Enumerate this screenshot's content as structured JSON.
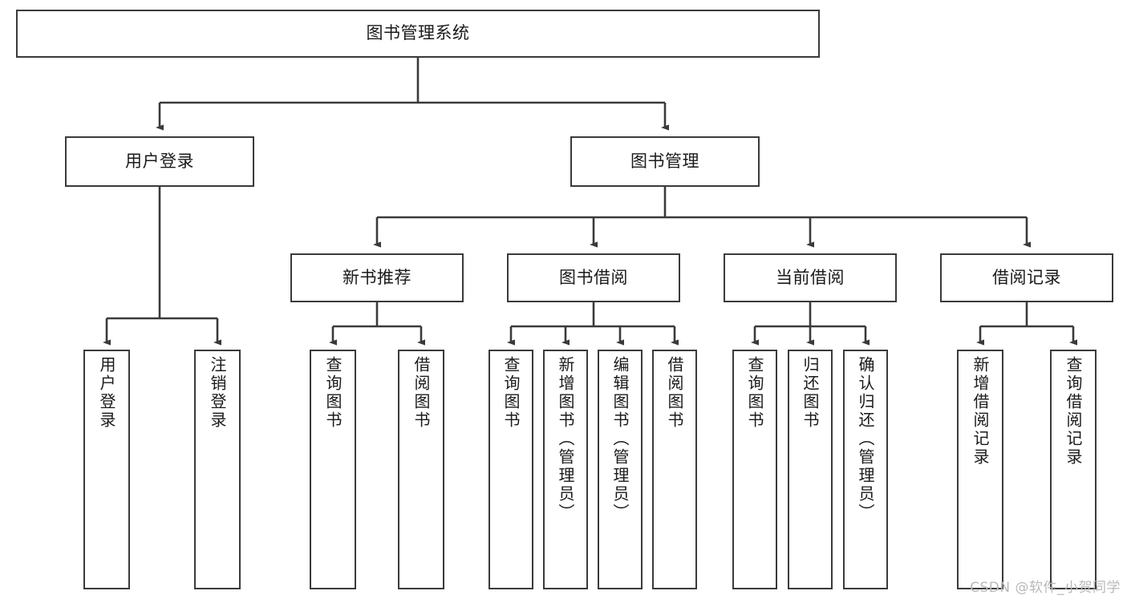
{
  "diagram": {
    "title": "图书管理系统",
    "type": "功能结构图",
    "watermark": "CSDN @软件_小贺同学",
    "colors": {
      "box_border": "#3a3a3a",
      "box_fill": "#ffffff",
      "edge": "#3a3a3a",
      "text": "#1a1a1a",
      "watermark": "#b9b9b9",
      "background": "#ffffff"
    }
  },
  "nodes": {
    "root": {
      "id": "root",
      "label": "图书管理系统",
      "level": 0
    },
    "l1": [
      {
        "id": "user-login",
        "label": "用户登录",
        "level": 1
      },
      {
        "id": "book-manage",
        "label": "图书管理",
        "level": 1
      }
    ],
    "l2": [
      {
        "id": "new-book-rec",
        "label": "新书推荐",
        "level": 2
      },
      {
        "id": "book-borrow",
        "label": "图书借阅",
        "level": 2
      },
      {
        "id": "current-borrow",
        "label": "当前借阅",
        "level": 2
      },
      {
        "id": "borrow-record",
        "label": "借阅记录",
        "level": 2
      }
    ],
    "leaves": [
      {
        "id": "leaf-user-login",
        "label": "用户登录",
        "parent": "user-login"
      },
      {
        "id": "leaf-user-logout",
        "label": "注销登录",
        "parent": "user-login"
      },
      {
        "id": "leaf-query-book-1",
        "label": "查询图书",
        "parent": "new-book-rec"
      },
      {
        "id": "leaf-borrow-book-1",
        "label": "借阅图书",
        "parent": "new-book-rec"
      },
      {
        "id": "leaf-query-book-2",
        "label": "查询图书",
        "parent": "book-borrow"
      },
      {
        "id": "leaf-add-book",
        "label": "新增图书（管理员）",
        "parent": "book-borrow"
      },
      {
        "id": "leaf-edit-book",
        "label": "编辑图书（管理员）",
        "parent": "book-borrow"
      },
      {
        "id": "leaf-borrow-book-2",
        "label": "借阅图书",
        "parent": "book-borrow"
      },
      {
        "id": "leaf-query-book-3",
        "label": "查询图书",
        "parent": "current-borrow"
      },
      {
        "id": "leaf-return-book",
        "label": "归还图书",
        "parent": "current-borrow"
      },
      {
        "id": "leaf-confirm-return",
        "label": "确认归还（管理员）",
        "parent": "current-borrow"
      },
      {
        "id": "leaf-add-record",
        "label": "新增借阅记录",
        "parent": "borrow-record"
      },
      {
        "id": "leaf-query-record",
        "label": "查询借阅记录",
        "parent": "borrow-record"
      }
    ]
  }
}
